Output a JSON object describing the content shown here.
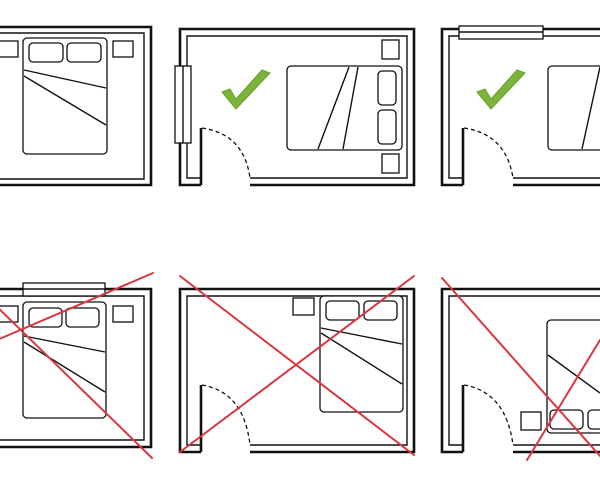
{
  "colors": {
    "wall": "#111111",
    "good_mark": "#7cb33a",
    "bad_mark": "#d9363e",
    "background": "#ffffff"
  },
  "panels": [
    {
      "id": "top-left",
      "row": 1,
      "col": 1,
      "verdict": "neutral"
    },
    {
      "id": "top-center",
      "row": 1,
      "col": 2,
      "verdict": "good"
    },
    {
      "id": "top-right",
      "row": 1,
      "col": 3,
      "verdict": "good"
    },
    {
      "id": "bottom-left",
      "row": 2,
      "col": 1,
      "verdict": "bad"
    },
    {
      "id": "bottom-center",
      "row": 2,
      "col": 2,
      "verdict": "bad"
    },
    {
      "id": "bottom-right",
      "row": 2,
      "col": 3,
      "verdict": "bad"
    }
  ],
  "icons": {
    "good": "check-mark-icon",
    "bad": "cross-mark-icon"
  }
}
